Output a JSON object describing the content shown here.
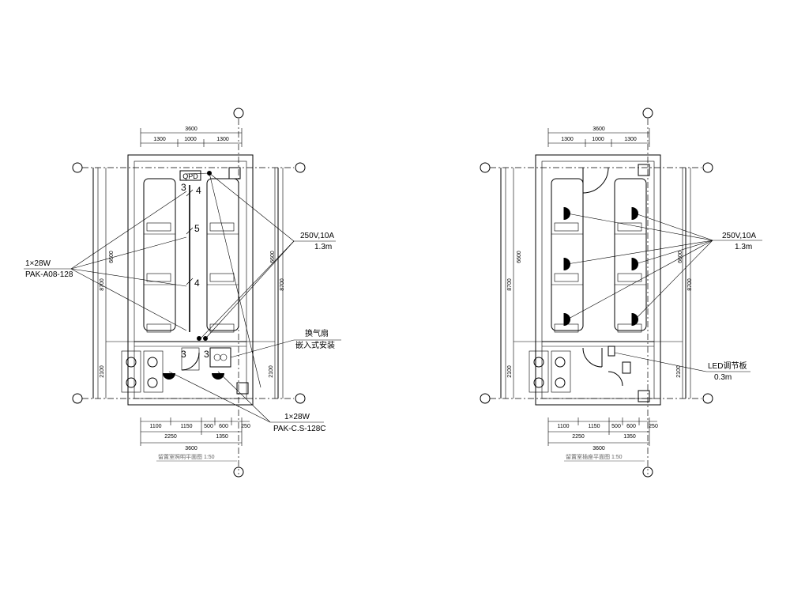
{
  "left_plan": {
    "top_dims": {
      "total": "3600",
      "segments": [
        "1300",
        "1000",
        "1300"
      ]
    },
    "bottom_dims": {
      "row1": [
        "1100",
        "1150",
        "500",
        "600",
        "250"
      ],
      "row2": [
        "2250",
        "1350"
      ],
      "total": "3600"
    },
    "side_dims": {
      "left_outer": "8700",
      "left_inner": "6600",
      "left_lower": "2100",
      "right_inner": "6600",
      "right_outer": "8700",
      "right_lower": "2100"
    },
    "panel_label": "QPD",
    "circuit_numbers": [
      "3",
      "4",
      "5",
      "4",
      "3",
      "3"
    ],
    "callouts": {
      "light_spec_1": "1×28W",
      "light_spec_2": "PAK-A08-128",
      "socket_spec_1": "250V,10A",
      "socket_spec_2": "1.3m",
      "fan_spec_1": "换气扇",
      "fan_spec_2": "嵌入式安装",
      "lamp_spec_1": "1×28W",
      "lamp_spec_2": "PAK-C.S-128C"
    },
    "caption": "留置室照明平面图 1:50"
  },
  "right_plan": {
    "top_dims": {
      "total": "3600",
      "segments": [
        "1300",
        "1000",
        "1300"
      ]
    },
    "bottom_dims": {
      "row1": [
        "1100",
        "1150",
        "500",
        "600",
        "250"
      ],
      "row2": [
        "2250",
        "1350"
      ],
      "total": "3600"
    },
    "side_dims": {
      "left_outer": "8700",
      "left_inner": "6600",
      "left_lower": "2100",
      "right_inner": "6600",
      "right_outer": "8700",
      "right_lower": "2100"
    },
    "callouts": {
      "socket_spec_1": "250V,10A",
      "socket_spec_2": "1.3m",
      "heater_spec_1": "LED调节板",
      "heater_spec_2": "0.3m"
    },
    "caption": "留置室插座平面图 1:50"
  }
}
